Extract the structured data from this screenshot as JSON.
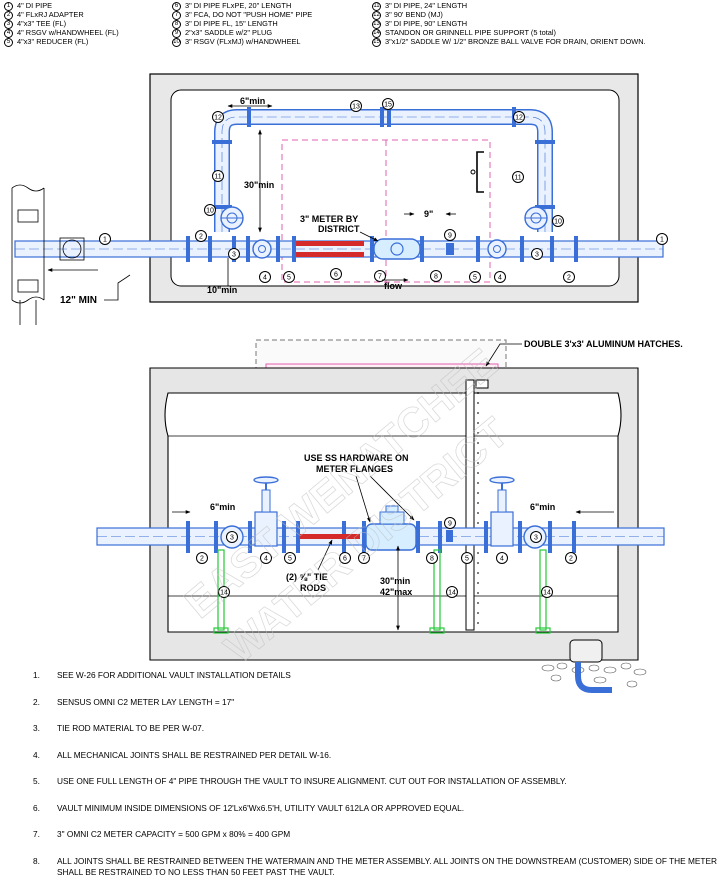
{
  "legend": {
    "col1": [
      {
        "num": "1",
        "text": "4\" DI PIPE"
      },
      {
        "num": "2",
        "text": "4\" FLxRJ ADAPTER"
      },
      {
        "num": "3",
        "text": "4\"x3\" TEE (FL)"
      },
      {
        "num": "4",
        "text": "4\" RSGV w/HANDWHEEL (FL)"
      },
      {
        "num": "5",
        "text": "4\"x3\" REDUCER (FL)"
      }
    ],
    "col2": [
      {
        "num": "6",
        "text": "3\" DI PIPE FLxPE, 20\" LENGTH"
      },
      {
        "num": "7",
        "text": "3\" FCA, DO NOT \"PUSH HOME\" PIPE"
      },
      {
        "num": "8",
        "text": "3\" DI PIPE FL, 15\" LENGTH"
      },
      {
        "num": "9",
        "text": "2\"x3\" SADDLE w/2\" PLUG"
      },
      {
        "num": "10",
        "text": "3\" RSGV (FLxMJ) w/HANDWHEEL"
      }
    ],
    "col3": [
      {
        "num": "11",
        "text": "3\" DI PIPE, 24\" LENGTH"
      },
      {
        "num": "12",
        "text": "3\" 90' BEND (MJ)"
      },
      {
        "num": "13",
        "text": "3\" DI PIPE, 90\" LENGTH"
      },
      {
        "num": "14",
        "text": "STANDON OR GRINNELL PIPE SUPPORT (5 total)"
      },
      {
        "num": "15",
        "text": "3\"x1/2\" SADDLE W/ 1/2\" BRONZE BALL VALVE FOR DRAIN, ORIENT DOWN."
      }
    ]
  },
  "plan": {
    "dim_6min": "6\"min",
    "dim_30min": "30\"min",
    "dim_10min": "10\"min",
    "dim_9": "9\"",
    "dim_12min": "12\" MIN",
    "meter_label_1": "3\" METER BY",
    "meter_label_2": "DISTRICT",
    "flow": "flow"
  },
  "elevation": {
    "hatch_label": "DOUBLE 3'x3' ALUMINUM HATCHES.",
    "hardware_label_1": "USE SS HARDWARE ON",
    "hardware_label_2": "METER FLANGES",
    "dim_6min_left": "6\"min",
    "dim_6min_right": "6\"min",
    "tie_rods_1": "(2) ⅝\" TIE",
    "tie_rods_2": "RODS",
    "dim_30min": "30\"min",
    "dim_42max": "42\"max"
  },
  "watermark": {
    "line1": "EAST WENATCHEE",
    "line2": "WATER DISTRICT"
  },
  "notes": [
    {
      "num": "1.",
      "text": "SEE W-26 FOR ADDITIONAL VAULT INSTALLATION DETAILS"
    },
    {
      "num": "2.",
      "text": "SENSUS OMNI C2 METER LAY LENGTH = 17\""
    },
    {
      "num": "3.",
      "text": "TIE ROD MATERIAL TO BE PER W-07."
    },
    {
      "num": "4.",
      "text": "ALL MECHANICAL JOINTS SHALL BE RESTRAINED PER DETAIL W-16."
    },
    {
      "num": "5.",
      "text": "USE ONE FULL LENGTH OF 4\" PIPE THROUGH THE VAULT TO INSURE ALIGNMENT.  CUT OUT FOR INSTALLATION OF ASSEMBLY."
    },
    {
      "num": "6.",
      "text": "VAULT MINIMUM INSIDE DIMENSIONS OF 12'Lx6'Wx6.5'H, UTILITY VAULT 612LA OR APPROVED EQUAL."
    },
    {
      "num": "7.",
      "text": "3\" OMNI C2 METER CAPACITY = 500 GPM x 80% = 400 GPM"
    },
    {
      "num": "8.",
      "text": "ALL JOINTS SHALL BE RESTRAINED BETWEEN THE WATERMAIN AND THE METER ASSEMBLY. ALL JOINTS ON THE DOWNSTREAM (CUSTOMER) SIDE OF THE METER SHALL BE RESTRAINED TO NO LESS THAN 50 FEET PAST THE VAULT."
    }
  ],
  "colors": {
    "pipe": "#3a6fd8",
    "pipe_fill": "#eaf2ff",
    "restraint": "#d42a2a",
    "support": "#27c93a",
    "hatch": "#e060b0",
    "concrete": "#e6e6e6"
  }
}
